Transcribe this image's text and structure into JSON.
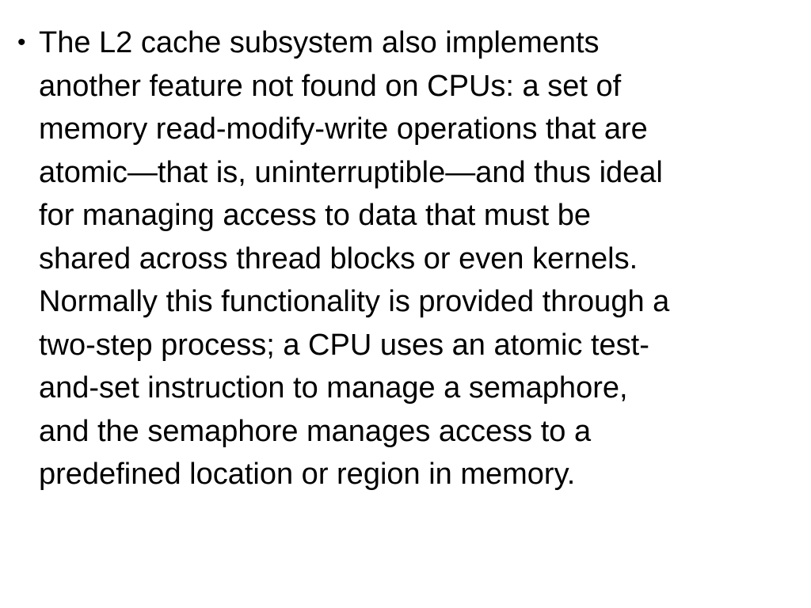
{
  "slide": {
    "bullet_symbol": "•",
    "bullet_lines": [
      "The L2 cache subsystem also implements",
      "another feature not found on CPUs: a set of",
      "memory read-modify-write operations that are",
      "atomic—that is, uninterruptible—and thus ideal",
      "for managing access to data that must be",
      "shared across thread blocks or even kernels.",
      "Normally this functionality is provided through a",
      "two-step process; a CPU uses an atomic test-",
      "and-set instruction to manage a semaphore,",
      "and the semaphore manages access to a",
      "predefined location or region in memory."
    ]
  }
}
